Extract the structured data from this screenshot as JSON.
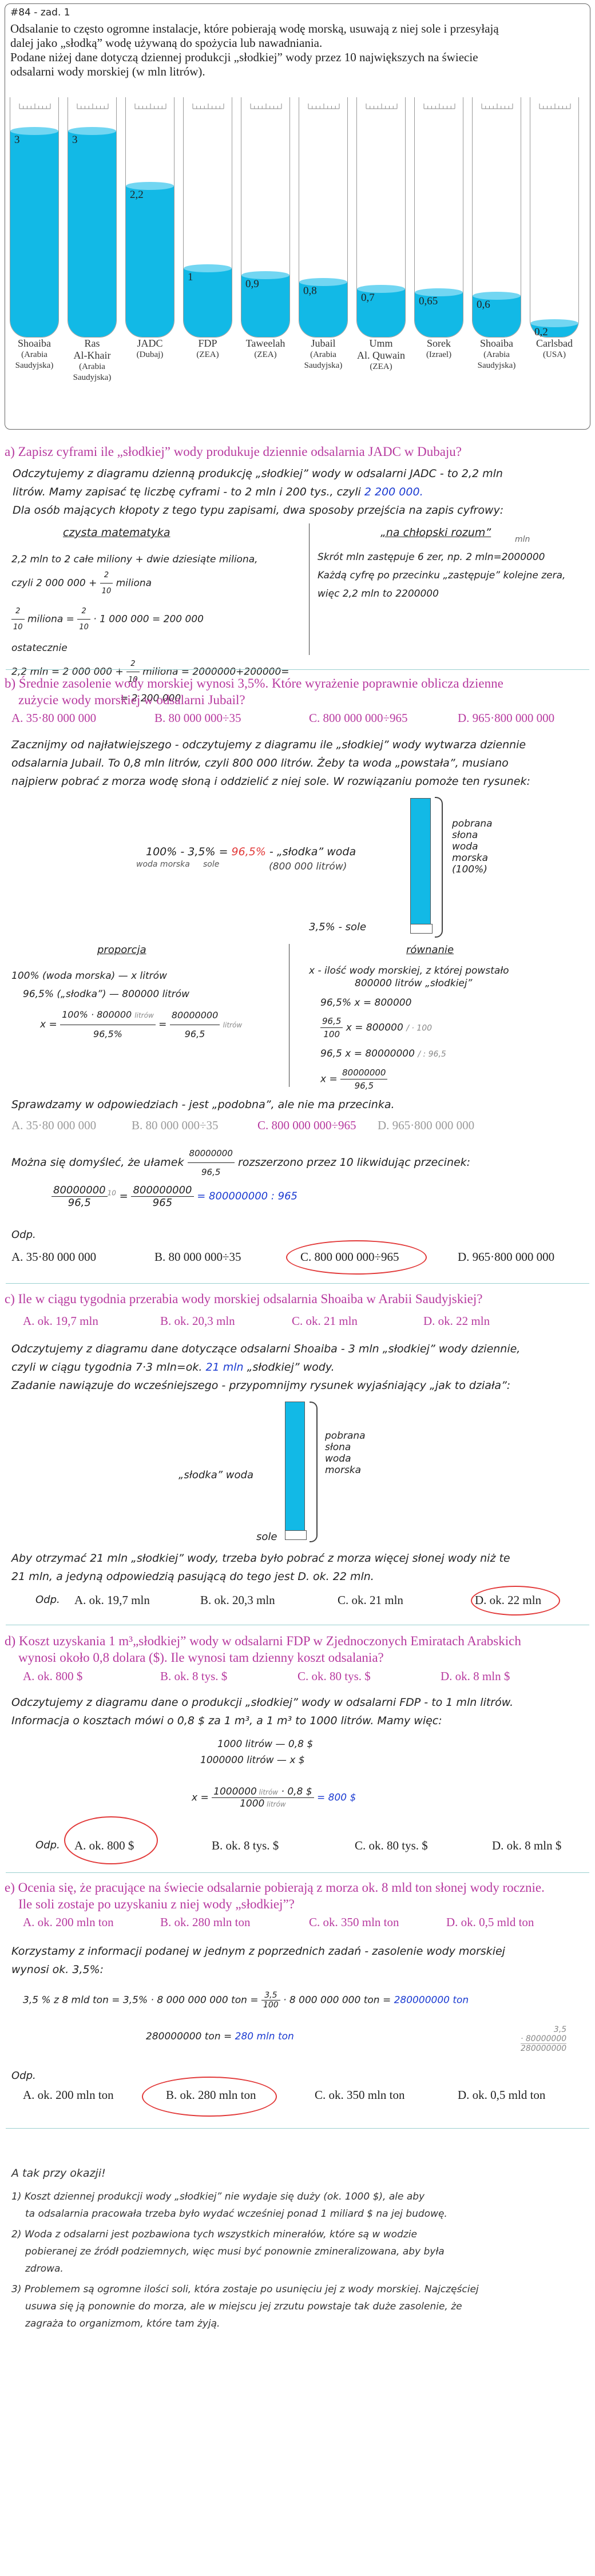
{
  "header": {
    "id": "#84 - zad. 1",
    "intro1": "Odsalanie  to często ogromne instalacje, które pobierają wodę morską, usuwają z niej sole i przesyłają",
    "intro2": "dalej jako „słodką” wodę używaną do spożycia lub nawadniania.",
    "intro3": "Podane niżej dane dotyczą dziennej produkcji „słodkiej” wody przez 10 największych na świecie",
    "intro4": "odsalarni wody morskiej (w mln litrów)."
  },
  "chart_data": {
    "type": "bar",
    "categories": [
      "Shoaiba (Arabia Saudyjska)",
      "Ras Al-Khair (Arabia Saudyjska)",
      "JADC (Dubaj)",
      "FDP (ZEA)",
      "Taweelah (ZEA)",
      "Jubail (Arabia Saudyjska)",
      "Umm Al. Quwain (ZEA)",
      "Sorek (Izrael)",
      "Shoaiba (Arabia Saudyjska)",
      "Carlsbad (USA)"
    ],
    "values": [
      3,
      3,
      2.2,
      1,
      0.9,
      0.8,
      0.7,
      0.65,
      0.6,
      0.2
    ],
    "value_labels": [
      "3",
      "3",
      "2,2",
      "1",
      "0,9",
      "0,8",
      "0,7",
      "0,65",
      "0,6",
      "0,2"
    ],
    "names": [
      "Shoaiba",
      "Ras",
      "JADC",
      "FDP",
      "Taweelah",
      "Jubail",
      "Umm",
      "Sorek",
      "Shoaiba",
      "Carlsbad"
    ],
    "names2": [
      "",
      "Al-Khair",
      "",
      "",
      "",
      "",
      "Al. Quwain",
      "",
      "",
      ""
    ],
    "subs": [
      "(Arabia",
      "(Arabia",
      "(Dubaj)",
      "(ZEA)",
      "(ZEA)",
      "(Arabia",
      "(ZEA)",
      "(Izrael)",
      "(Arabia",
      "(USA)"
    ],
    "subs2": [
      "Saudyjska)",
      "Saudyjska)",
      "",
      "",
      "",
      "Saudyjska)",
      "",
      "",
      "Saudyjska)",
      ""
    ],
    "ylim": [
      0,
      3.5
    ],
    "fill_color": "#12b9e6"
  },
  "qa": {
    "q": "a) Zapisz cyframi ile „słodkiej” wody produkuje dziennie odsalarnia JADC w Dubaju?",
    "l1": "Odczytujemy z diagramu dzienną produkcję „słodkiej” wody w odsalarni JADC - to 2,2 mln",
    "l2a": "litrów. Mamy zapisać tę liczbę cyframi - to 2 mln i 200 tys., czyli ",
    "l2b": "2 200 000.",
    "l3": "Dla osób mających kłopoty z tego typu zapisami, dwa sposoby przejścia na zapis cyfrowy:",
    "left_title": "czysta matematyka",
    "right_title": "„na chłopski rozum”",
    "left1": "2,2 mln to 2 całe miliony + dwie dziesiąte miliona,",
    "left2": "czyli 2 000 000 + ",
    "left2b": " miliona",
    "left3b": " miliona = ",
    "left3c": " · 1 000 000 = 200 000",
    "left4": "ostatecznie",
    "left5a": "2,2 mln = 2 000 000 + ",
    "left5b": " miliona = 2000000+200000=",
    "left6": "= 2 200 000",
    "frac_n": "2",
    "frac_d": "10",
    "right_note": "mln",
    "right1": "Skrót mln zastępuje 6 zer, np. 2 mln=2000000",
    "right2": "Każdą cyfrę po przecinku „zastępuje” kolejne zera,",
    "right3": "więc 2,2 mln to 2200000"
  },
  "qb": {
    "q1": "b) Średnie zasolenie wody morskiej wynosi 3,5%. Które wyrażenie poprawnie oblicza dzienne",
    "q2": "zużycie wody morskiej w odsalarni Jubail?",
    "opts": [
      "A.  35·80 000 000",
      "B.  80 000 000÷35",
      "C.  800 000 000÷965",
      "D.  965·800 000 000"
    ],
    "t1": "Zacznijmy od najłatwiejszego - odczytujemy z diagramu ile „słodkiej” wody wytwarza dziennie",
    "t2": "odsalarnia Jubail. To 0,8 mln litrów, czyli 800 000 litrów. Żeby ta woda „powstała”, musiano",
    "t3": "najpierw pobrać z morza wodę słoną i oddzielić z niej sole. W rozwiązaniu pomoże ten rysunek:",
    "d_eq1": "100% - 3,5% = ",
    "d_eq2": "96,5%",
    "d_eq3": " - „słodka” woda",
    "d_sub1": "woda morska",
    "d_sub2": "sole",
    "d_sub3": "(800 000 litrów)",
    "d_salt": "3,5% - sole",
    "d_right": [
      "pobrana",
      "słona",
      "woda",
      "morska",
      "(100%)"
    ],
    "prop_title": "proporcja",
    "eq_title": "równanie",
    "p1": "100% (woda morska) — x litrów",
    "p2": "96,5% („słodka”) — 800000 litrów",
    "p3x": "x = ",
    "p3n": "100% · 800000",
    "p3nu": "litrów",
    "p3d": "96,5%",
    "p3eq": " = ",
    "p3n2": "80000000",
    "p3d2": "96,5",
    "p3u": "litrów",
    "e1": "x - ilość wody morskiej, z której powstało",
    "e2": "800000 litrów „słodkiej”",
    "e3": "96,5% x = 800000",
    "e4n": "96,5",
    "e4d": "100",
    "e4r": " x = 800000",
    "e4m": "/ · 100",
    "e5": "96,5 x = 80000000",
    "e5m": "/ : 96,5",
    "e6x": "x = ",
    "e6n": "80000000",
    "e6d": "96,5",
    "t4": "Sprawdzamy w odpowiedziach - jest „podobna”, ale nie ma przecinka.",
    "t5a": "Można się domyśleć, że ułamek ",
    "t5b": " rozszerzono przez 10 likwidując przecinek:",
    "t5n": "80000000",
    "t5d": "96,5",
    "x_n": "80000000",
    "x_d": "96,5",
    "x_m": "10",
    "x_eq": " = ",
    "x_n2": "800000000",
    "x_d2": "965",
    "x_res": " = 800000000 : 965",
    "odp": "Odp."
  },
  "qc": {
    "q": "c) Ile w ciągu tygodnia przerabia wody morskiej odsalarnia Shoaiba w Arabii Saudyjskiej?",
    "opts": [
      "A.  ok. 19,7 mln",
      "B.  ok. 20,3 mln",
      "C.  ok. 21 mln",
      "D.  ok. 22 mln"
    ],
    "t1": "Odczytujemy z diagramu dane dotyczące odsalarni Shoaiba - 3 mln „słodkiej” wody dziennie,",
    "t2a": "czyli w ciągu tygodnia 7·3 mln=ok. ",
    "t2b": "21 mln",
    "t2c": " „słodkiej” wody.",
    "t3": "Zadanie nawiązuje do wcześniejszego - przypomnijmy rysunek wyjaśniający „jak to działa”:",
    "d_l1": "„słodka” woda",
    "d_l2": "sole",
    "d_right": [
      "pobrana",
      "słona",
      "woda",
      "morska"
    ],
    "t4": "Aby otrzymać 21 mln „słodkiej” wody, trzeba było pobrać z morza więcej słonej wody niż te",
    "t5": "21 mln, a jedyną odpowiedzią pasującą do tego jest D. ok. 22 mln.",
    "odp": "Odp."
  },
  "qd": {
    "q1": "d) Koszt uzyskania 1 m³„słodkiej” wody w odsalarni FDP w Zjednoczonych Emiratach Arabskich",
    "q2": "wynosi około 0,8 dolara ($). Ile wynosi tam dzienny koszt odsalania?",
    "opts": [
      "A.  ok. 800 $",
      "B.  ok. 8 tys. $",
      "C.  ok. 80 tys. $",
      "D.  ok. 8 mln $"
    ],
    "t1": "Odczytujemy z diagramu dane o produkcji „słodkiej” wody w odsalarni FDP - to 1 mln litrów.",
    "t2": "Informacja o kosztach mówi o 0,8 $ za 1 m³, a 1 m³ to 1000 litrów. Mamy więc:",
    "p1": "1000 litrów — 0,8 $",
    "p2": "1000000 litrów — x $",
    "fx": "x = ",
    "fn": "1000000",
    "fnu": " litrów",
    "fnx": " · 0,8 $",
    "fd": "1000",
    "fdu": " litrów",
    "fres": " = 800 $",
    "odp": "Odp."
  },
  "qe": {
    "q1": "e) Ocenia się, że pracujące na świecie odsalarnie pobierają z morza ok. 8 mld ton słonej wody rocznie.",
    "q2": "Ile soli zostaje po uzyskaniu z niej wody „słodkiej”?",
    "opts": [
      "A.  ok. 200 mln ton",
      "B.  ok. 280 mln ton",
      "C.  ok. 350 mln ton",
      "D.  ok. 0,5 mld ton"
    ],
    "t1": "Korzystamy z informacji podanej w jednym z poprzednich zadań - zasolenie wody morskiej",
    "t2": "wynosi ok. 3,5%:",
    "eq1": "3,5 % z 8 mld ton = 3,5% · 8 000 000 000 ton = ",
    "eqn": "3,5",
    "eqd": "100",
    "eq1b": " · 8 000 000 000 ton = ",
    "eq1c": "280000000 ton",
    "side_n": "3,5",
    "side_m": "· 80000000",
    "side_r": "280000000",
    "eq2": "280000000 ton = ",
    "eq2b": "280 mln ton",
    "odp": "Odp."
  },
  "footer": {
    "title": "A tak przy okazji!",
    "n1a": "1) Koszt dziennej produkcji wody „słodkiej” nie wydaje się duży (ok. 1000 $), ale aby",
    "n1b": "ta odsalarnia pracowała trzeba było wydać wcześniej ponad 1 miliard $ na jej budowę.",
    "n2a": "2) Woda z odsalarni jest pozbawiona tych wszystkich minerałów, które są w wodzie",
    "n2b": "pobieranej ze źródł podziemnych, więc musi być ponownie zmineralizowana, aby była",
    "n2c": "zdrowa.",
    "n3a": "3) Problemem są ogromne ilości soli, która zostaje po usunięciu jej z wody morskiej. Najczęściej",
    "n3b": "usuwa się ją ponownie do morza, ale w miejscu jej zrzutu powstaje tak duże zasolenie, że",
    "n3c": "zagraża to organizmom, które tam żyją."
  }
}
